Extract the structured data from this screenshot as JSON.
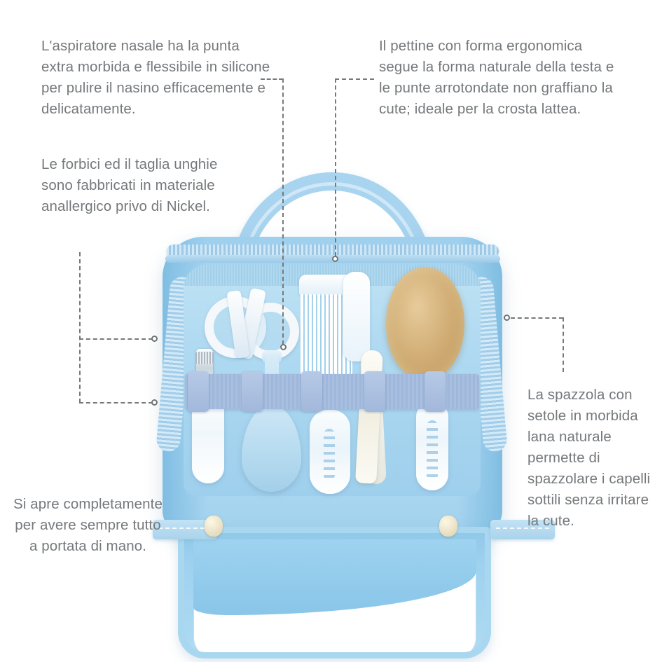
{
  "page": {
    "title": "Kit igiene bambino — infografica prodotto",
    "language": "it",
    "background_color": "#ffffff",
    "text_color": "#75797c",
    "connector_color": "#76797c"
  },
  "callouts": [
    {
      "id": "aspiratore",
      "text": "L'aspiratore nasale ha la punta extra morbida e flessibile in silicone per pulire il nasino efficacemente e delicatamente.",
      "align": "left",
      "points_to": "nasal-aspirator"
    },
    {
      "id": "forbici",
      "text": "Le forbici ed il taglia unghie sono fabbricati in materiale anallergico privo di Nickel.",
      "align": "left",
      "points_to": "scissors-and-nail-clipper"
    },
    {
      "id": "pettine",
      "text": "Il pettine con forma ergonomica segue la forma naturale della testa e le punte arrotondate non graffiano la cute; ideale per la crosta lattea.",
      "align": "left",
      "points_to": "comb"
    },
    {
      "id": "spazzola",
      "text": "La spazzola con setole in morbida lana naturale permette di spazzolare i capelli sottili senza irritare la cute.",
      "align": "left",
      "points_to": "hair-brush"
    },
    {
      "id": "apertura",
      "text": "Si apre completamente per avere sempre tutto a portata di mano.",
      "align": "center",
      "points_to": "bag-flap"
    }
  ],
  "product": {
    "name": "Beauty case igiene bambino",
    "color": "#a9d8f1",
    "items": [
      "forbici",
      "taglia unghie",
      "aspiratore nasale",
      "pettine",
      "spazzola in lana naturale",
      "spazzolino",
      "limette"
    ]
  },
  "connectors": [
    {
      "id": "connector-aspiratore",
      "endpoint": "circle",
      "orientation": "vertical"
    },
    {
      "id": "connector-pettine",
      "endpoint": "circle",
      "orientation": "vertical"
    },
    {
      "id": "connector-forbici-top",
      "endpoint": "circle",
      "orientation": "horizontal"
    },
    {
      "id": "connector-forbici-bottom",
      "endpoint": "circle",
      "orientation": "horizontal"
    },
    {
      "id": "connector-spazzola",
      "endpoint": "circle",
      "orientation": "horizontal"
    }
  ]
}
